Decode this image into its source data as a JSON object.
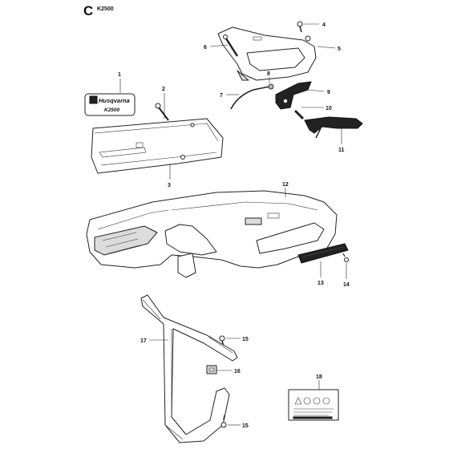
{
  "header": {
    "section": "C",
    "model": "K2500"
  },
  "decal": {
    "brand": "Husqvarna",
    "model": "K2500"
  },
  "callouts": [
    "1",
    "2",
    "3",
    "4",
    "5",
    "6",
    "7",
    "8",
    "9",
    "10",
    "11",
    "12",
    "13",
    "14",
    "15",
    "15",
    "16",
    "17",
    "18"
  ],
  "colors": {
    "line": "#222222",
    "fill_shadow": "#dcdcdc",
    "grip": "#222222"
  }
}
